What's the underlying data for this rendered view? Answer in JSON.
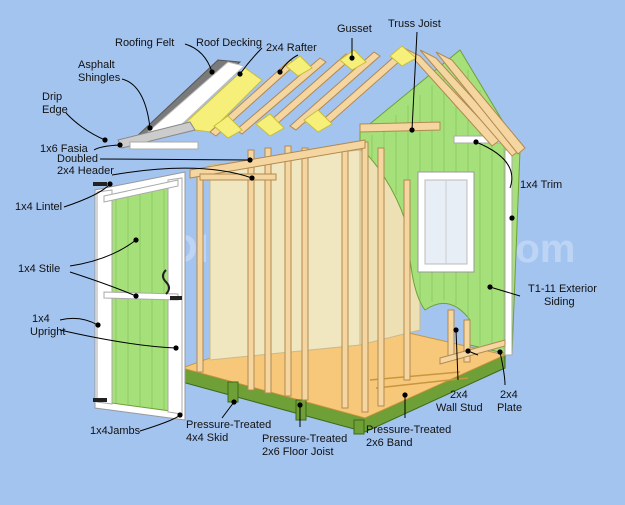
{
  "labels": {
    "roofing_felt": "Roofing Felt",
    "roof_decking": "Roof Decking",
    "rafter": "2x4 Rafter",
    "gusset": "Gusset",
    "truss_joist": "Truss Joist",
    "asphalt_shingles_1": "Asphalt",
    "asphalt_shingles_2": "Shingles",
    "drip_edge_1": "Drip",
    "drip_edge_2": "Edge",
    "fasia": "1x6 Fasia",
    "doubled_header_1": "Doubled",
    "doubled_header_2": "2x4 Header",
    "lintel": "1x4 Lintel",
    "trim": "1x4 Trim",
    "stile": "1x4 Stile",
    "siding_1": "T1-11 Exterior",
    "siding_2": "Siding",
    "upright_1": "1x4",
    "upright_2": "Upright",
    "jambs": "1x4Jambs",
    "skid_1": "Pressure-Treated",
    "skid_2": "4x4 Skid",
    "floor_joist_1": "Pressure-Treated",
    "floor_joist_2": "2x6 Floor Joist",
    "band_1": "Pressure-Treated",
    "band_2": "2x6 Band",
    "wall_stud_1": "2x4",
    "wall_stud_2": "Wall Stud",
    "plate_1": "2x4",
    "plate_2": "Plate"
  },
  "watermark": "© DIYGardenPlans.com",
  "colors": {
    "background": "#a4c4f0",
    "siding": "#a6e07a",
    "siding_dark": "#86c25c",
    "framing": "#f5d5a0",
    "framing_edge": "#b08a50",
    "osb": "#f0e6c0",
    "floor": "#f7c87a",
    "base": "#6fa037",
    "trim": "#ffffff",
    "shingles": "#7a7a7a"
  },
  "icons": {
    "dots": "callout-dot",
    "hinges": "door-hinge-icon",
    "handle": "door-handle-icon"
  }
}
